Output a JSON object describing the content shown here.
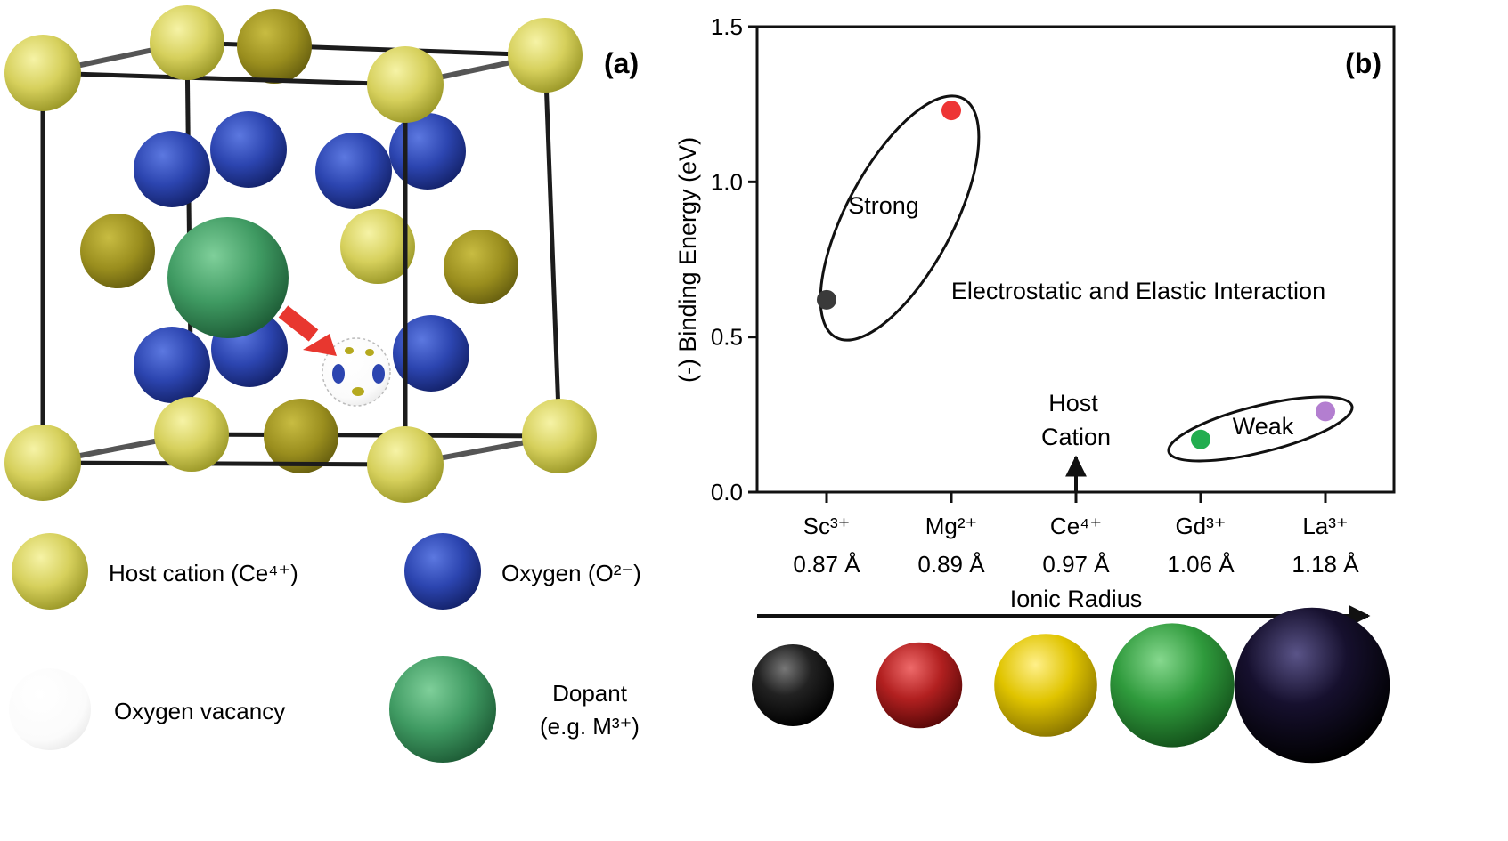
{
  "figure": {
    "panel_a_label": "(a)",
    "panel_b_label": "(b)"
  },
  "panel_a": {
    "legend": {
      "host_cation": "Host cation (Ce⁴⁺)",
      "oxygen": "Oxygen (O²⁻)",
      "vacancy": "Oxygen vacancy",
      "dopant_line1": "Dopant",
      "dopant_line2": "(e.g. M³⁺)"
    },
    "colors": {
      "host_cation": "#d4cf5a",
      "oxygen": "#2c45b0",
      "dopant": "#3f9a62",
      "arrow": "#e8372f",
      "frame": "#1c1c1c"
    }
  },
  "chart_data": {
    "type": "scatter",
    "title": "",
    "xlabel": "Ionic Radius",
    "ylabel": "(-) Binding Energy (eV)",
    "ylim": [
      0.0,
      1.5
    ],
    "yticks": [
      "0.0",
      "0.5",
      "1.0",
      "1.5"
    ],
    "categories": [
      {
        "ion": "Sc³⁺",
        "radius": "0.87 Å"
      },
      {
        "ion": "Mg²⁺",
        "radius": "0.89 Å"
      },
      {
        "ion": "Ce⁴⁺",
        "radius": "0.97 Å"
      },
      {
        "ion": "Gd³⁺",
        "radius": "1.06 Å"
      },
      {
        "ion": "La³⁺",
        "radius": "1.18 Å"
      }
    ],
    "points": [
      {
        "category": "Sc³⁺",
        "x_index": 0,
        "y": 0.62,
        "color": "#3a3a3a"
      },
      {
        "category": "Mg²⁺",
        "x_index": 1,
        "y": 1.23,
        "color": "#ee3535"
      },
      {
        "category": "Gd³⁺",
        "x_index": 3,
        "y": 0.17,
        "color": "#22ad4f"
      },
      {
        "category": "La³⁺",
        "x_index": 4,
        "y": 0.26,
        "color": "#b37ed0"
      }
    ],
    "annotations": {
      "strong": "Strong",
      "weak": "Weak",
      "interaction": "Electrostatic and Elastic Interaction",
      "host_line1": "Host",
      "host_line2": "Cation"
    },
    "ion_spheres": [
      {
        "color": "#222222",
        "relative_size": 0.87
      },
      {
        "color": "#b22020",
        "relative_size": 0.89
      },
      {
        "color": "#e0c400",
        "relative_size": 0.97
      },
      {
        "color": "#2f9a3c",
        "relative_size": 1.06
      },
      {
        "color": "#16102e",
        "relative_size": 1.18
      }
    ],
    "grid": false,
    "legend": "none"
  }
}
